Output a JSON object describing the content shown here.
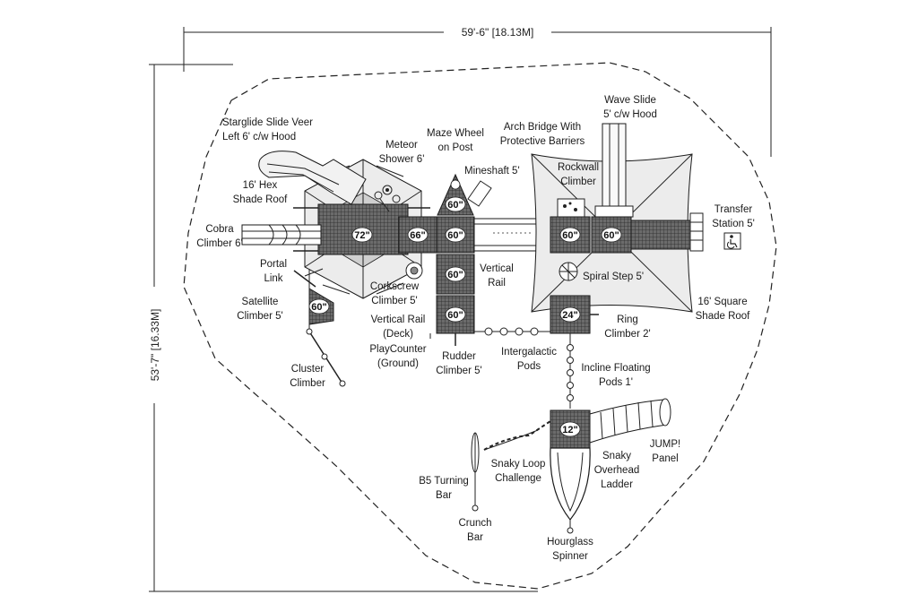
{
  "dimensions": {
    "width": "59'-6\" [18.13M]",
    "height": "53'-7\" [16.33M]"
  },
  "labels": {
    "starglide": [
      "Starglide Slide Veer",
      "Left 6' c/w Hood"
    ],
    "meteor": [
      "Meteor",
      "Shower 6'"
    ],
    "maze_wheel": [
      "Maze Wheel",
      "on Post"
    ],
    "arch_bridge": [
      "Arch Bridge With",
      "Protective Barriers"
    ],
    "wave_slide": [
      "Wave Slide",
      "5' c/w Hood"
    ],
    "hex_roof": [
      "16' Hex",
      "Shade Roof"
    ],
    "mineshaft": [
      "Mineshaft 5'"
    ],
    "rockwall": [
      "Rockwall",
      "Climber"
    ],
    "transfer": [
      "Transfer",
      "Station 5'"
    ],
    "cobra": [
      "Cobra",
      "Climber 6'"
    ],
    "portal": [
      "Portal",
      "Link"
    ],
    "vertical_rail": [
      "Vertical",
      "Rail"
    ],
    "spiral_step": [
      "Spiral Step 5'"
    ],
    "satellite": [
      "Satellite",
      "Climber 5'"
    ],
    "corkscrew": [
      "Corkscrew",
      "Climber 5'"
    ],
    "square_roof": [
      "16' Square",
      "Shade Roof"
    ],
    "vertical_rail_deck": [
      "Vertical Rail",
      "(Deck)"
    ],
    "playcounter": [
      "PlayCounter",
      "(Ground)"
    ],
    "ring_climber": [
      "Ring",
      "Climber 2'"
    ],
    "cluster": [
      "Cluster",
      "Climber"
    ],
    "rudder": [
      "Rudder",
      "Climber 5'"
    ],
    "intergalactic": [
      "Intergalactic",
      "Pods"
    ],
    "incline_pods": [
      "Incline Floating",
      "Pods 1'"
    ],
    "snaky_loop": [
      "Snaky Loop",
      "Challenge"
    ],
    "snaky_ladder": [
      "Snaky",
      "Overhead",
      "Ladder"
    ],
    "jump_panel": [
      "JUMP!",
      "Panel"
    ],
    "b5_turning": [
      "B5 Turning",
      "Bar"
    ],
    "crunch_bar": [
      "Crunch",
      "Bar"
    ],
    "hourglass": [
      "Hourglass",
      "Spinner"
    ]
  },
  "deck_heights": {
    "hex": "72\"",
    "left_deck": "66\"",
    "junction": "60\"",
    "maze_tri": "60\"",
    "col1": "60\"",
    "col2": "60\"",
    "right1": "60\"",
    "right2": "60\"",
    "satellite": "60\"",
    "ring": "24\"",
    "bottom": "12\""
  },
  "icons": {
    "accessible": "wheelchair-icon"
  },
  "colors": {
    "line": "#1a1a1a",
    "deck": "#5a5a5a",
    "background": "#ffffff"
  }
}
